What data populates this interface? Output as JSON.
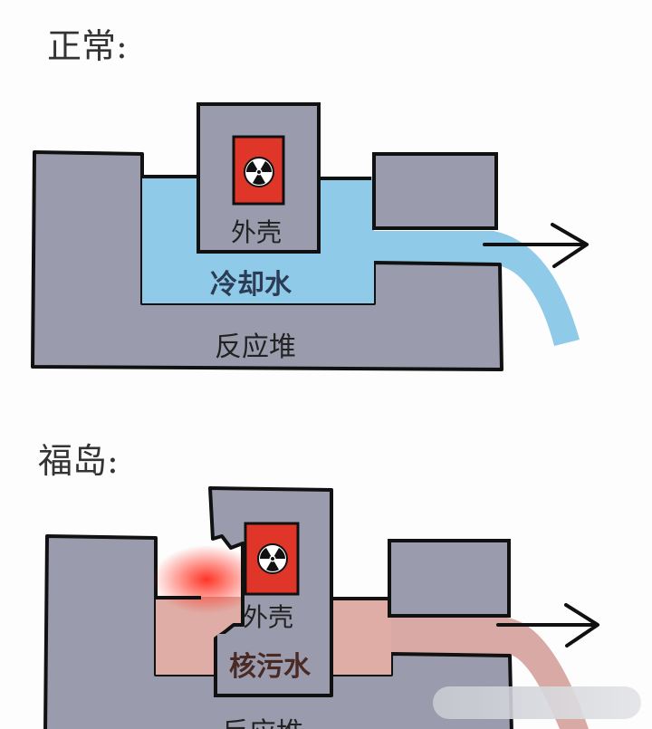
{
  "normal": {
    "title": "正常:",
    "shell_label": "外壳",
    "water_label": "冷却水",
    "reactor_label": "反应堆",
    "water_color": "#8fcbe8"
  },
  "fukushima": {
    "title": "福岛:",
    "shell_label": "外壳",
    "water_label": "核污水",
    "reactor_label": "反应堆",
    "water_color": "#d9a9a6"
  },
  "colors": {
    "structure": "#9a9cad",
    "core": "#e0362a",
    "outline": "#111111"
  },
  "icons": {
    "core_symbol": "radiation-icon",
    "flow": "arrow-right-icon"
  }
}
